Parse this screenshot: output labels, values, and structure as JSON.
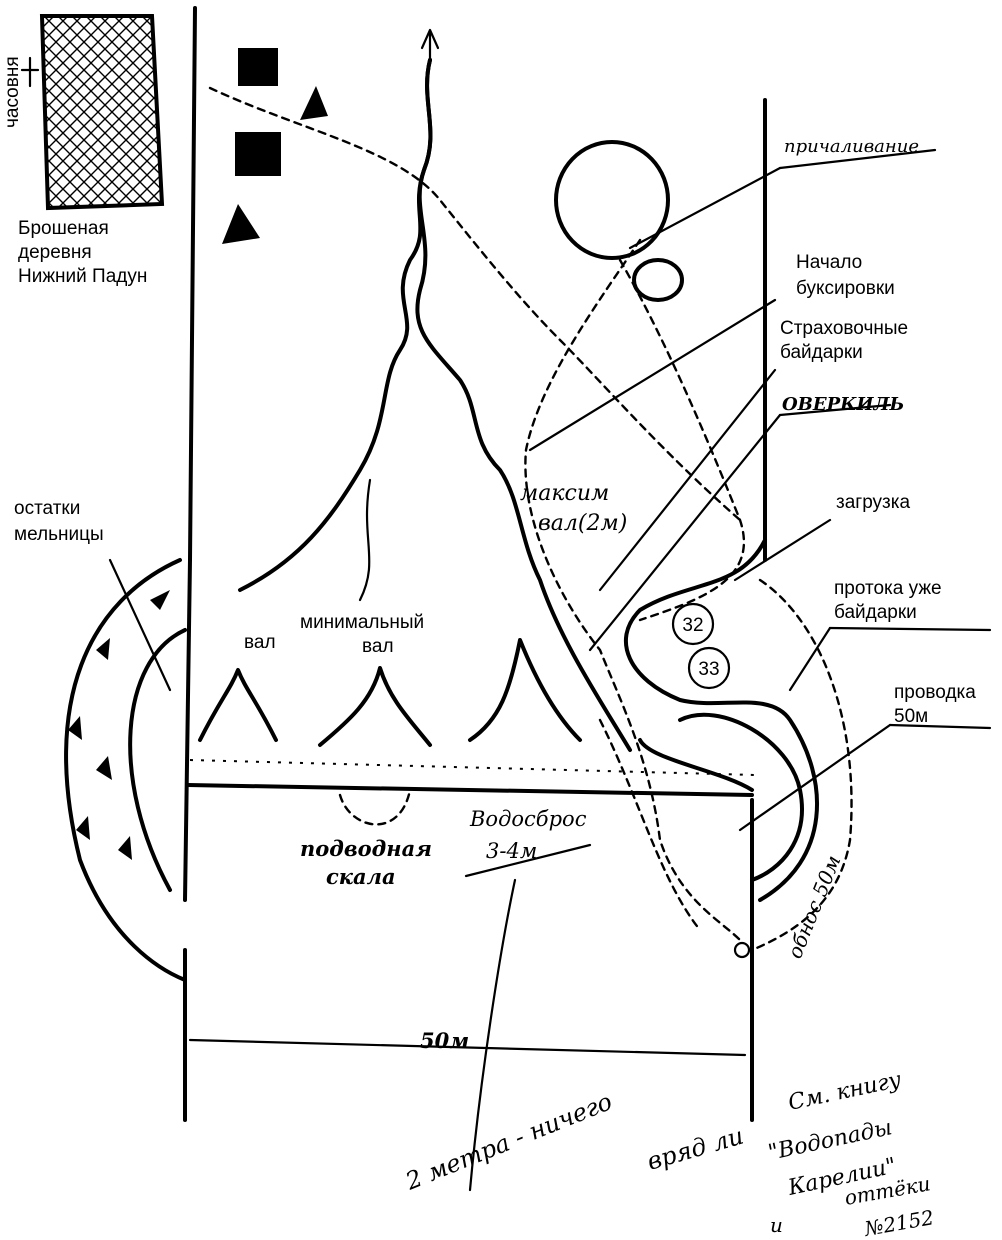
{
  "labels": {
    "chapel": "часовня",
    "village_1": "Брошеная",
    "village_2": "деревня",
    "village_3": "Нижний Падун",
    "mill_1": "остатки",
    "mill_2": "мельницы",
    "val": "вал",
    "min_val_1": "минимальный",
    "min_val_2": "вал",
    "max_val_1": "максим",
    "max_val_2": "вал(2м)",
    "underwater_1": "подводная",
    "underwater_2": "скала",
    "spillway_1": "Водосброс",
    "spillway_2": "3-4м",
    "mooring": "причаливание",
    "tow_1": "Начало",
    "tow_2": "буксировки",
    "safety_1": "Страховочные",
    "safety_2": "байдарки",
    "overkil": "ОВЕРКИЛЬ",
    "loading": "загрузка",
    "channel_1": "протока уже",
    "channel_2": "байдарки",
    "pilot_1": "проводка",
    "pilot_2": "50м",
    "portage": "обнос 50м",
    "width": "50м",
    "marker_32": "32",
    "marker_33": "33",
    "note_1": "2 метра - ничего",
    "note_2": "вряд ли",
    "note_ref_1": "См. книгу",
    "note_ref_2": "\"Водопады",
    "note_ref_3": "Карелии\"",
    "note_ref_4": "и",
    "note_ref_5": "оттёки",
    "note_ref_6": "№2152"
  }
}
